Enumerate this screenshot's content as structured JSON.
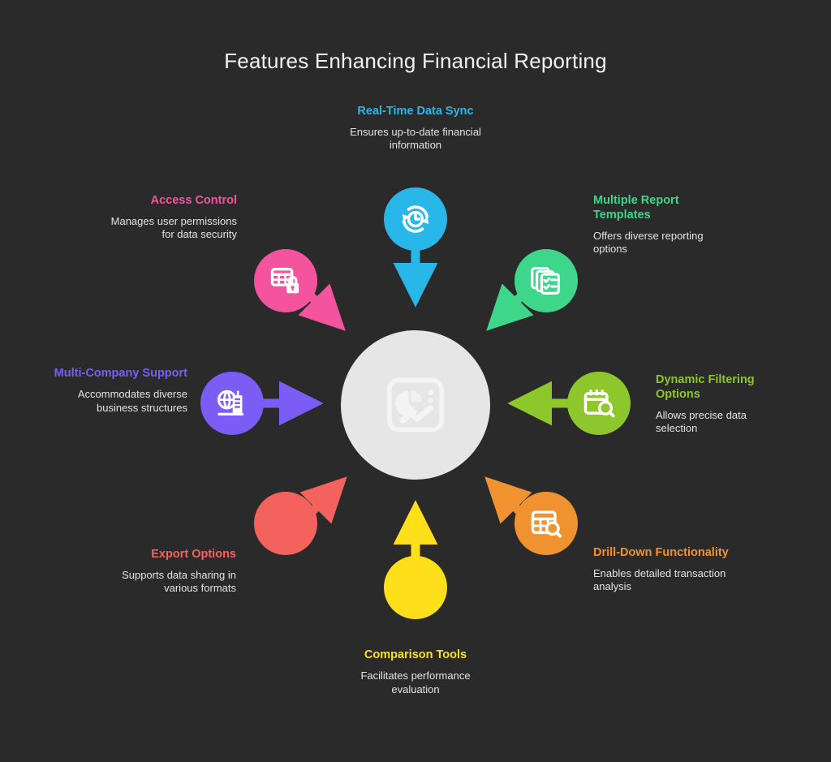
{
  "page": {
    "title": "Features Enhancing Financial Reporting",
    "background_color": "#2a2a2a",
    "title_color": "#f2f2f2",
    "description_color": "#e3e3e3",
    "hub_color": "#e6e6e6",
    "hub_icon": "dashboard-report-icon"
  },
  "features": [
    {
      "id": "real-time-data-sync",
      "heading": "Real-Time Data Sync",
      "description": "Ensures up-to-date financial information",
      "color": "#29b6e8",
      "icon": "sync-clock-icon",
      "position": "top",
      "arrow_direction": "down"
    },
    {
      "id": "access-control",
      "heading": "Access Control",
      "description": "Manages user permissions for data security",
      "color": "#f4549e",
      "icon": "table-lock-icon",
      "position": "top-left",
      "arrow_direction": "down-right"
    },
    {
      "id": "multiple-report-templates",
      "heading": "Multiple Report Templates",
      "description": "Offers diverse reporting options",
      "color": "#3ed68a",
      "icon": "stacked-checklist-icon",
      "position": "top-right",
      "arrow_direction": "down-left"
    },
    {
      "id": "multi-company-support",
      "heading": "Multi-Company Support",
      "description": "Accommodates diverse business structures",
      "color": "#7b5cf5",
      "icon": "globe-building-icon",
      "position": "left",
      "arrow_direction": "right"
    },
    {
      "id": "dynamic-filtering-options",
      "heading": "Dynamic Filtering Options",
      "description": "Allows precise data selection",
      "color": "#8dc72b",
      "icon": "calendar-search-icon",
      "position": "right",
      "arrow_direction": "left"
    },
    {
      "id": "export-options",
      "heading": "Export Options",
      "description": "Supports data sharing in various formats",
      "color": "#f4625e",
      "icon": "none",
      "position": "bottom-left",
      "arrow_direction": "up-right"
    },
    {
      "id": "drill-down-functionality",
      "heading": "Drill-Down Functionality",
      "description": "Enables detailed transaction analysis",
      "color": "#f0922f",
      "icon": "table-search-icon",
      "position": "bottom-right",
      "arrow_direction": "up-left"
    },
    {
      "id": "comparison-tools",
      "heading": "Comparison Tools",
      "description": "Facilitates performance evaluation",
      "color": "#fde019",
      "icon": "none",
      "position": "bottom",
      "arrow_direction": "up"
    }
  ]
}
